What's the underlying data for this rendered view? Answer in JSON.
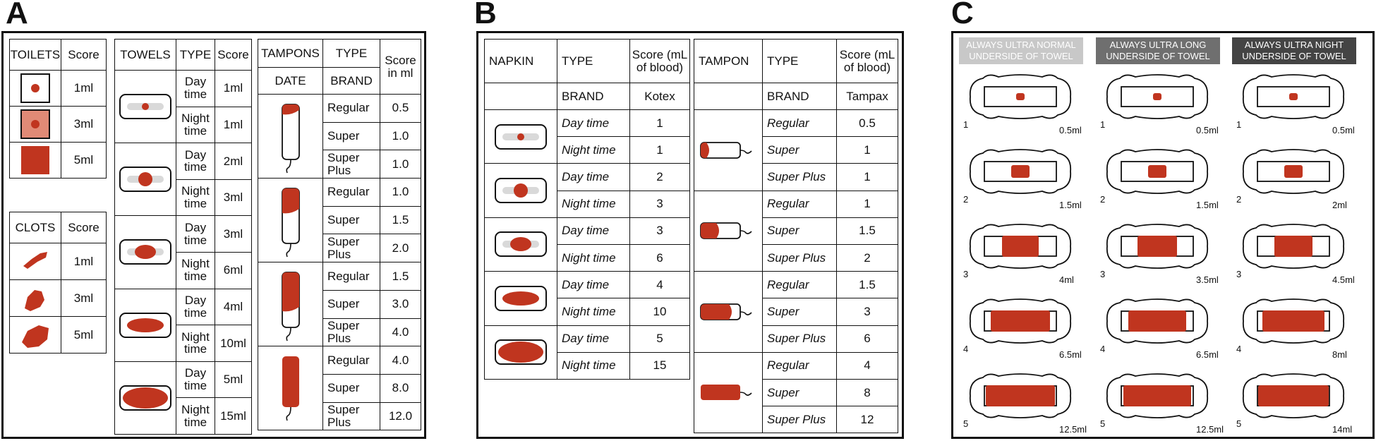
{
  "colors": {
    "blood": "#c0351f",
    "light": "#d9d9d9",
    "cbar1": "#c8c8c8",
    "cbar2": "#6f6f6f",
    "cbar3": "#444444"
  },
  "panel_letters": [
    "A",
    "B",
    "C"
  ],
  "a_toilets": {
    "h1": "TOILETS",
    "h2": "Score",
    "rows": [
      {
        "icon": "toilet-small-icon",
        "score": "1ml"
      },
      {
        "icon": "toilet-medium-icon",
        "score": "3ml"
      },
      {
        "icon": "toilet-full-icon",
        "score": "5ml"
      }
    ]
  },
  "a_clots": {
    "h1": "CLOTS",
    "h2": "Score",
    "rows": [
      {
        "icon": "clot-small-icon",
        "score": "1ml"
      },
      {
        "icon": "clot-medium-icon",
        "score": "3ml"
      },
      {
        "icon": "clot-large-icon",
        "score": "5ml"
      }
    ]
  },
  "a_towels": {
    "h1": "TOWELS",
    "h2": "TYPE",
    "h3": "Score",
    "rows": [
      {
        "type": "Day time",
        "score": "1ml"
      },
      {
        "type": "Night time",
        "score": "1ml"
      },
      {
        "type": "Day time",
        "score": "2ml"
      },
      {
        "type": "Night time",
        "score": "3ml"
      },
      {
        "type": "Day time",
        "score": "3ml"
      },
      {
        "type": "Night time",
        "score": "6ml"
      },
      {
        "type": "Day time",
        "score": "4ml"
      },
      {
        "type": "Night time",
        "score": "10ml"
      },
      {
        "type": "Day time",
        "score": "5ml"
      },
      {
        "type": "Night time",
        "score": "15ml"
      }
    ]
  },
  "a_tampons": {
    "h1": "TAMPONS",
    "h2": "TYPE",
    "h3": "Score in ml",
    "h4": "DATE",
    "h5": "BRAND",
    "rows": [
      {
        "type": "Regular",
        "score": "0.5"
      },
      {
        "type": "Super",
        "score": "1.0"
      },
      {
        "type": "Super Plus",
        "score": "1.0"
      },
      {
        "type": "Regular",
        "score": "1.0"
      },
      {
        "type": "Super",
        "score": "1.5"
      },
      {
        "type": "Super Plus",
        "score": "2.0"
      },
      {
        "type": "Regular",
        "score": "1.5"
      },
      {
        "type": "Super",
        "score": "3.0"
      },
      {
        "type": "Super Plus",
        "score": "4.0"
      },
      {
        "type": "Regular",
        "score": "4.0"
      },
      {
        "type": "Super",
        "score": "8.0"
      },
      {
        "type": "Super Plus",
        "score": "12.0"
      }
    ]
  },
  "b_napkin": {
    "h1": "NAPKIN",
    "h2": "TYPE",
    "h3": "Score (mL of blood)",
    "h4": "BRAND",
    "h5": "Kotex",
    "rows": [
      {
        "type": "Day time",
        "score": "1"
      },
      {
        "type": "Night time",
        "score": "1"
      },
      {
        "type": "Day time",
        "score": "2"
      },
      {
        "type": "Night time",
        "score": "3"
      },
      {
        "type": "Day time",
        "score": "3"
      },
      {
        "type": "Night time",
        "score": "6"
      },
      {
        "type": "Day time",
        "score": "4"
      },
      {
        "type": "Night time",
        "score": "10"
      },
      {
        "type": "Day time",
        "score": "5"
      },
      {
        "type": "Night time",
        "score": "15"
      }
    ]
  },
  "b_tampon": {
    "h1": "TAMPON",
    "h2": "TYPE",
    "h3": "Score (mL of blood)",
    "h4": "BRAND",
    "h5": "Tampax",
    "rows": [
      {
        "type": "Regular",
        "score": "0.5"
      },
      {
        "type": "Super",
        "score": "1"
      },
      {
        "type": "Super Plus",
        "score": "1"
      },
      {
        "type": "Regular",
        "score": "1"
      },
      {
        "type": "Super",
        "score": "1.5"
      },
      {
        "type": "Super Plus",
        "score": "2"
      },
      {
        "type": "Regular",
        "score": "1.5"
      },
      {
        "type": "Super",
        "score": "3"
      },
      {
        "type": "Super Plus",
        "score": "6"
      },
      {
        "type": "Regular",
        "score": "4"
      },
      {
        "type": "Super",
        "score": "8"
      },
      {
        "type": "Super Plus",
        "score": "12"
      }
    ]
  },
  "c_columns": [
    {
      "title": "ALWAYS ULTRA NORMAL UNDERSIDE OF TOWEL",
      "items": [
        {
          "n": "1",
          "v": "0.5ml"
        },
        {
          "n": "2",
          "v": "1.5ml"
        },
        {
          "n": "3",
          "v": "4ml"
        },
        {
          "n": "4",
          "v": "6.5ml"
        },
        {
          "n": "5",
          "v": "12.5ml"
        }
      ]
    },
    {
      "title": "ALWAYS ULTRA LONG UNDERSIDE OF TOWEL",
      "items": [
        {
          "n": "1",
          "v": "0.5ml"
        },
        {
          "n": "2",
          "v": "1.5ml"
        },
        {
          "n": "3",
          "v": "3.5ml"
        },
        {
          "n": "4",
          "v": "6.5ml"
        },
        {
          "n": "5",
          "v": "12.5ml"
        }
      ]
    },
    {
      "title": "ALWAYS ULTRA NIGHT UNDERSIDE OF TOWEL",
      "items": [
        {
          "n": "1",
          "v": "0.5ml"
        },
        {
          "n": "2",
          "v": "2ml"
        },
        {
          "n": "3",
          "v": "4.5ml"
        },
        {
          "n": "4",
          "v": "8ml"
        },
        {
          "n": "5",
          "v": "14ml"
        }
      ]
    }
  ]
}
